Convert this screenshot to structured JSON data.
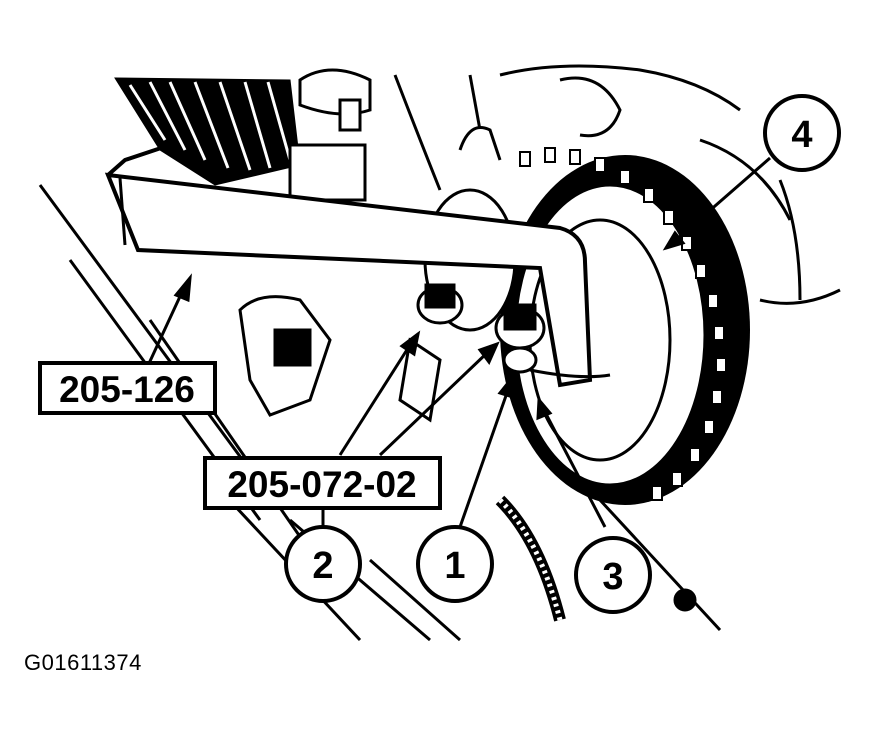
{
  "tool_labels": [
    "205-126",
    "205-072-02"
  ],
  "callouts": [
    "1",
    "2",
    "3",
    "4"
  ],
  "figure_id": "G01611374"
}
